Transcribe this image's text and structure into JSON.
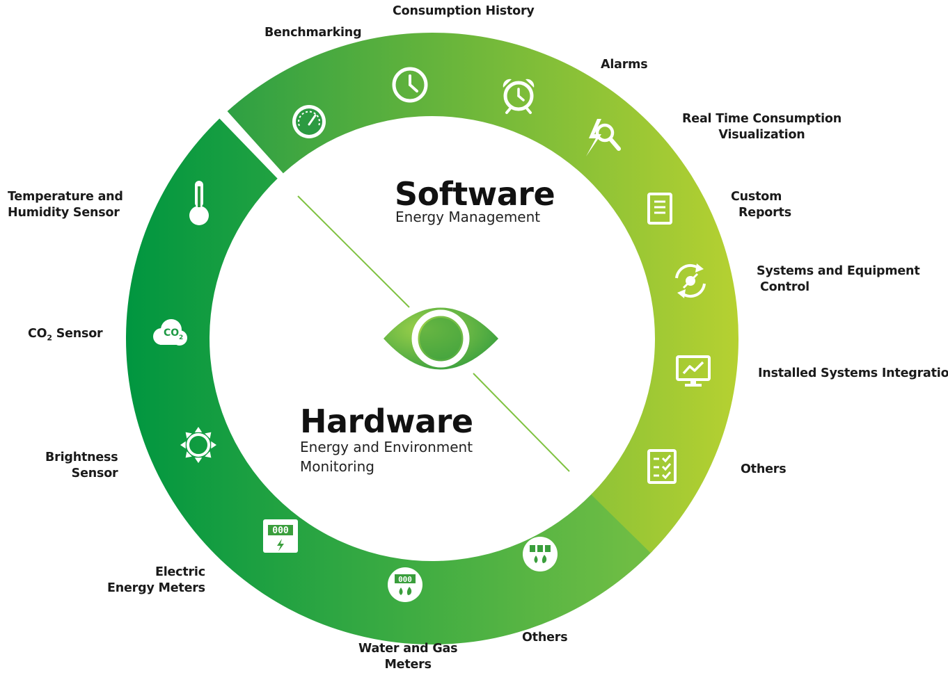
{
  "colors": {
    "hardware_dark": "#009640",
    "hardware_light": "#6fbd44",
    "software_dark": "#2ea043",
    "software_light": "#b6d131",
    "line": "#7fc241",
    "icon": "#ffffff"
  },
  "software": {
    "title": "Software",
    "subtitle": "Energy Management",
    "items": [
      {
        "label_lines": [
          "Benchmarking"
        ],
        "icon": "gauge-icon"
      },
      {
        "label_lines": [
          "Consumption History"
        ],
        "icon": "clock-icon"
      },
      {
        "label_lines": [
          "Alarms"
        ],
        "icon": "alarm-clock-icon"
      },
      {
        "label_lines": [
          "Real Time Consumption",
          "Visualization"
        ],
        "icon": "magnifier-bolt-icon"
      },
      {
        "label_lines": [
          "Custom",
          "Reports"
        ],
        "icon": "document-icon"
      },
      {
        "label_lines": [
          "Systems and Equipment",
          "Control"
        ],
        "icon": "plug-cycle-icon"
      },
      {
        "label_lines": [
          "Installed Systems Integration"
        ],
        "icon": "monitor-chart-icon"
      },
      {
        "label_lines": [
          "Others"
        ],
        "icon": "checklist-icon"
      }
    ]
  },
  "hardware": {
    "title": "Hardware",
    "subtitle_lines": [
      "Energy and Environment",
      "Monitoring"
    ],
    "items": [
      {
        "label_lines": [
          "Temperature and",
          "Humidity Sensor"
        ],
        "icon": "thermometer-icon"
      },
      {
        "label_main": "CO",
        "label_sub": "2",
        "label_rest": " Sensor",
        "icon": "co2-cloud-icon",
        "icon_text": "CO",
        "icon_sub": "2"
      },
      {
        "label_lines": [
          "Brightness",
          "Sensor"
        ],
        "icon": "sun-icon"
      },
      {
        "label_lines": [
          "Electric",
          "Energy Meters"
        ],
        "icon": "electric-meter-icon",
        "meter_digits": "000"
      },
      {
        "label_lines": [
          "Water and Gas",
          "Meters"
        ],
        "icon": "water-gas-meter-icon",
        "meter_digits": "000"
      },
      {
        "label_lines": [
          "Others"
        ],
        "icon": "other-meter-icon"
      }
    ]
  },
  "center": {
    "icon": "eye-icon"
  }
}
